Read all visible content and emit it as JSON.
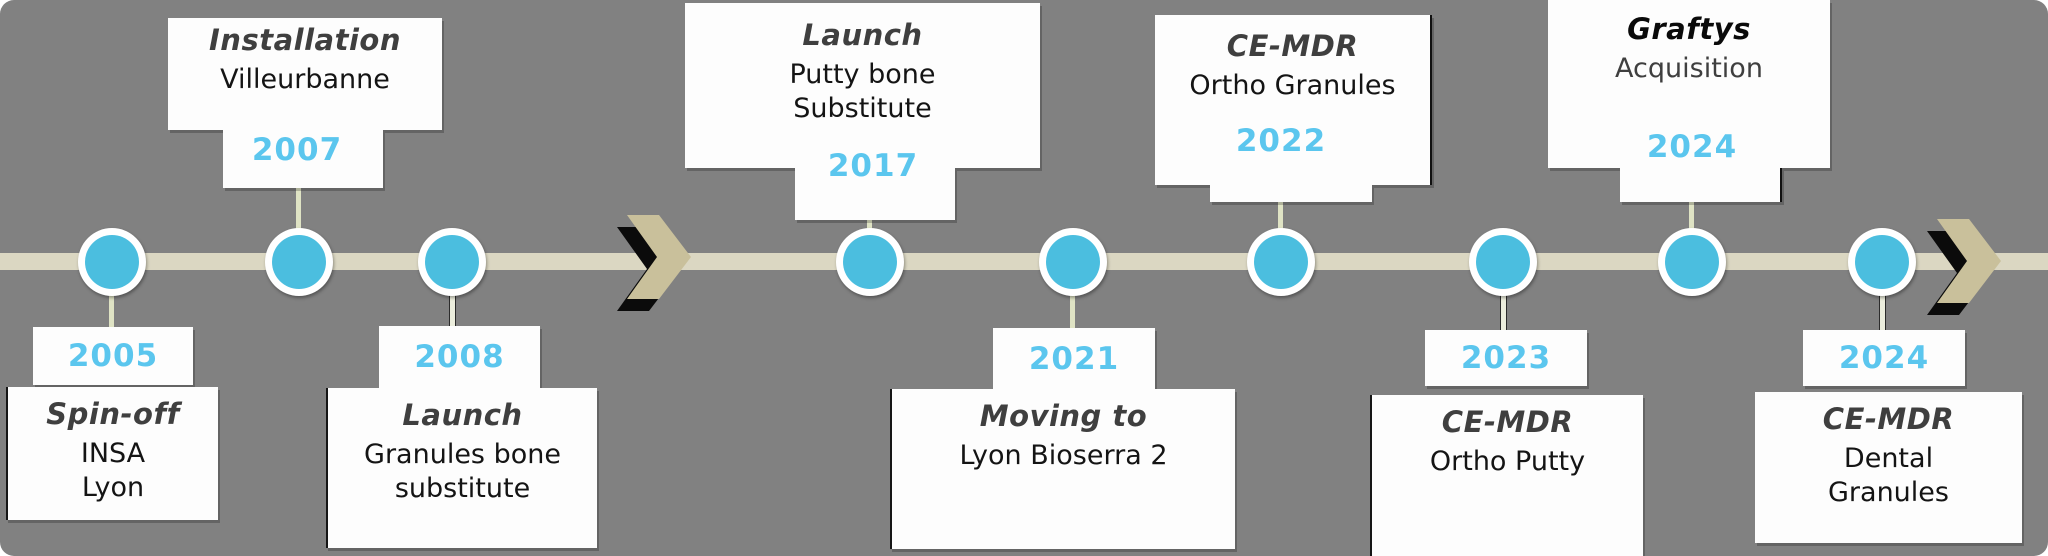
{
  "canvas": {
    "background_color": "#818181",
    "bar_color": "#dbd7c2",
    "node_color": "#4bbedf",
    "year_color": "#5bc6ee",
    "title_color": "#3f3f3f",
    "text_color": "#141414",
    "chevron_color": "#c9c09b",
    "icons": {
      "section_break": "chevron-right-icon",
      "continuation": "chevron-right-icon"
    }
  },
  "timeline": {
    "events": [
      {
        "year": "2005",
        "title": "Spin-off",
        "subtitle_lines": [
          "INSA",
          "Lyon"
        ],
        "position": "below"
      },
      {
        "year": "2007",
        "title": "Installation",
        "subtitle_lines": [
          "Villeurbanne"
        ],
        "position": "above"
      },
      {
        "year": "2008",
        "title": "Launch",
        "subtitle_lines": [
          "Granules bone",
          "substitute"
        ],
        "position": "below"
      },
      {
        "year": "2017",
        "title": "Launch",
        "subtitle_lines": [
          "Putty bone",
          "Substitute"
        ],
        "position": "above"
      },
      {
        "year": "2021",
        "title": "Moving to",
        "subtitle_lines": [
          "Lyon Bioserra 2"
        ],
        "position": "below"
      },
      {
        "year": "2022",
        "title": "CE-MDR",
        "subtitle_lines": [
          "Ortho Granules"
        ],
        "position": "above"
      },
      {
        "year": "2023",
        "title": "CE-MDR",
        "subtitle_lines": [
          "Ortho Putty"
        ],
        "position": "below"
      },
      {
        "year": "2024",
        "title": "Graftys",
        "subtitle_lines": [
          "Acquisition"
        ],
        "position": "above"
      },
      {
        "year": "2024",
        "title": "CE-MDR",
        "subtitle_lines": [
          "Dental",
          "Granules"
        ],
        "position": "below"
      }
    ]
  }
}
